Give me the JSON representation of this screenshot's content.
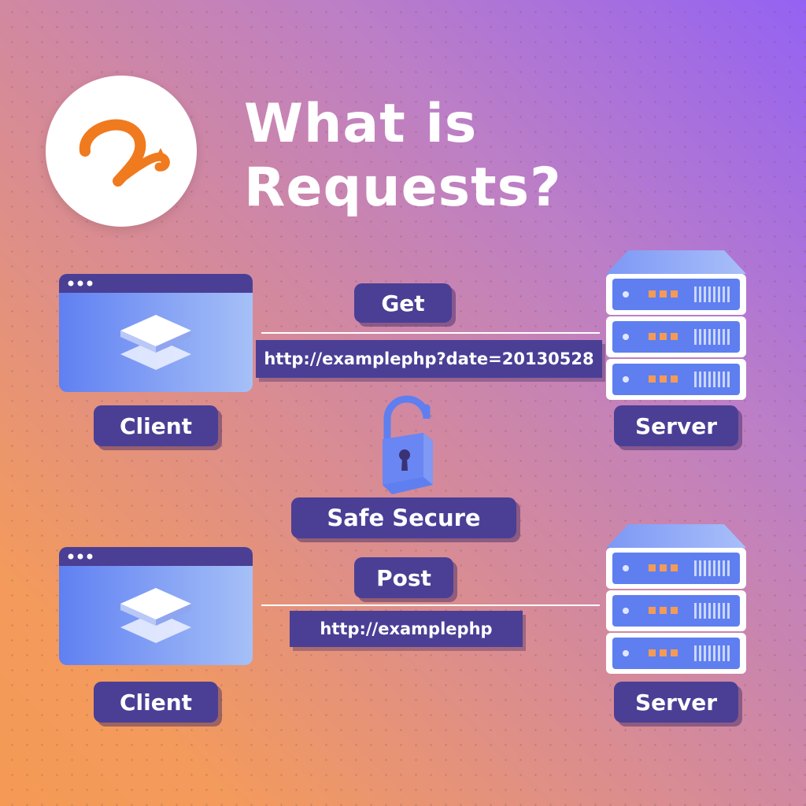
{
  "title": {
    "line1": "What is",
    "line2": "Requests?"
  },
  "logo": {
    "icon": "squirrel-logo-icon",
    "color": "#f07a1e"
  },
  "get_flow": {
    "method": "Get",
    "url": "http://examplephp?date=20130528",
    "client_label": "Client",
    "server_label": "Server"
  },
  "security": {
    "label": "Safe Secure",
    "icon": "padlock-icon"
  },
  "post_flow": {
    "method": "Post",
    "url": "http://examplephp",
    "client_label": "Client",
    "server_label": "Server"
  },
  "colors": {
    "pill": "#4a3f95",
    "accent_blue": "#5f7ff0",
    "gradient_top_right": "#9462f3",
    "gradient_bottom_left": "#f59a55"
  }
}
